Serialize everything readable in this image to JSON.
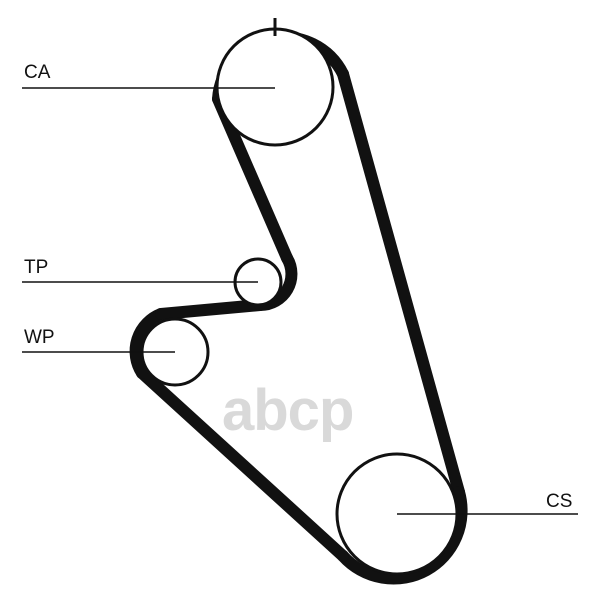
{
  "diagram": {
    "labels": {
      "ca": "CA",
      "tp": "TP",
      "wp": "WP",
      "cs": "CS"
    },
    "watermark": "abcp",
    "colors": {
      "belt": "#111111",
      "pulley_outline": "#111111",
      "leader_line": "#111111",
      "watermark": "#d9d9d9",
      "background": "#ffffff"
    }
  }
}
